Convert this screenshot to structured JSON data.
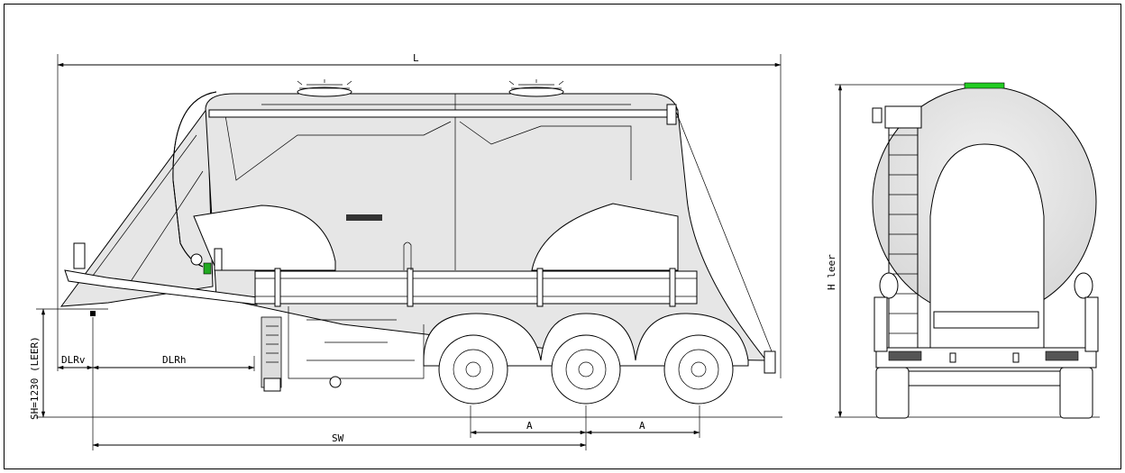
{
  "dimensions": {
    "length": "L",
    "height_empty": "H leer",
    "saddle_height": "SH=1230 (LEER)",
    "dlr_front": "DLRv",
    "dlr_rear": "DLRh",
    "kingpin_wheelbase": "SW",
    "axle_spacing_1": "A",
    "axle_spacing_2": "A"
  },
  "colors": {
    "line": "#000000",
    "body_fill": "#e6e6e6",
    "hatch_accent": "#22cc22"
  }
}
